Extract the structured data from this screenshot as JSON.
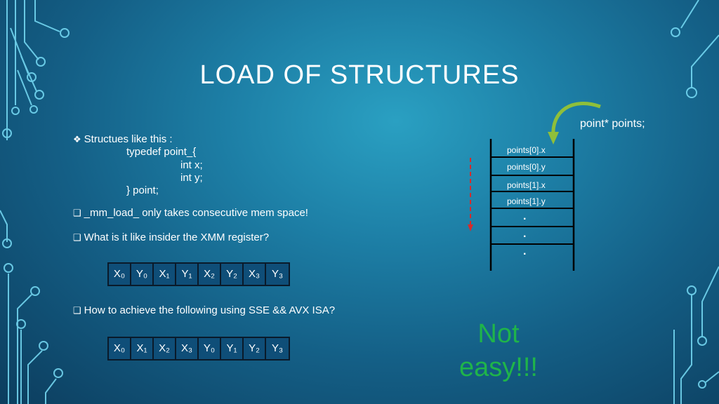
{
  "slide": {
    "title": "LOAD OF STRUCTURES",
    "bullets": {
      "b1": "Structues like this :",
      "code_lines": [
        "typedef point_{",
        "int    x;",
        "int    y;",
        "} point;"
      ],
      "b2": "_mm_load_ only takes consecutive mem space!",
      "b3": "What is it like insider the XMM register?",
      "b4": "How to achieve the following using SSE && AVX ISA?"
    },
    "register1": [
      "X₀",
      "Y₀",
      "X₁",
      "Y₁",
      "X₂",
      "Y₂",
      "X₃",
      "Y₃"
    ],
    "register2": [
      "X₀",
      "X₁",
      "X₂",
      "X₃",
      "Y₀",
      "Y₁",
      "Y₂",
      "Y₃"
    ],
    "pointer_label": "point*   points;",
    "stack": [
      "points[0].x",
      "points[0].y",
      "points[1].x",
      "points[1].y",
      ".",
      ".",
      "."
    ],
    "note_line1": "Not",
    "note_line2": "easy!!!",
    "colors": {
      "note": "#1fb44a",
      "arrow_red": "#d62b2b",
      "curved_arrow": "#8fbf3a"
    }
  }
}
